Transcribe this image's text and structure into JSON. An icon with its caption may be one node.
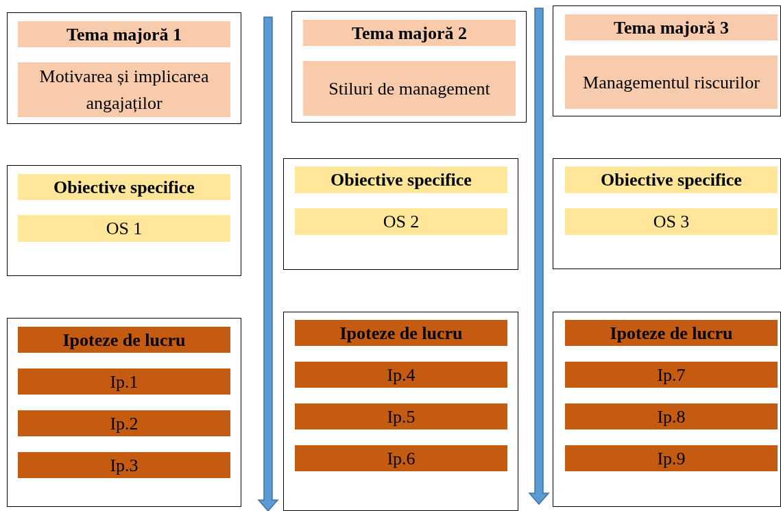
{
  "diagram": {
    "nodes": [
      {
        "text": [],
        "shape": "box"
      },
      {
        "text": [
          "Tema majoră 1"
        ],
        "in": 0
      },
      {
        "text": [
          "Motivarea și implicarea angajaților"
        ],
        "in": 0
      },
      {
        "text": [],
        "shape": "box"
      },
      {
        "text": [
          "Tema majoră 2"
        ],
        "in": 3
      },
      {
        "text": [
          "Stiluri de management"
        ],
        "in": 3
      },
      {
        "text": [],
        "shape": "box"
      },
      {
        "text": [
          "Tema majoră 3"
        ],
        "in": 6
      },
      {
        "text": [
          "Managementul riscurilor"
        ],
        "in": 6
      },
      {
        "text": [],
        "shape": "box"
      },
      {
        "text": [
          "Obiective specifice"
        ],
        "in": 9
      },
      {
        "text": [
          "OS 1"
        ],
        "in": 9
      },
      {
        "text": [],
        "shape": "box"
      },
      {
        "text": [
          "Obiective specifice"
        ],
        "in": 12
      },
      {
        "text": [
          "OS 2"
        ],
        "in": 12
      },
      {
        "text": [],
        "shape": "box"
      },
      {
        "text": [
          "Obiective specifice"
        ],
        "in": 15
      },
      {
        "text": [
          "OS 3"
        ],
        "in": 15
      },
      {
        "text": [],
        "shape": "box"
      },
      {
        "text": [
          "Ipoteze de lucru"
        ],
        "in": 18
      },
      {
        "text": [
          "Ip.1"
        ],
        "in": 18
      },
      {
        "text": [
          "Ip.2"
        ],
        "in": 18
      },
      {
        "text": [
          "Ip.3"
        ],
        "in": 18
      },
      {
        "text": [],
        "shape": "box"
      },
      {
        "text": [
          "Ipoteze de lucru"
        ],
        "in": 23
      },
      {
        "text": [
          "Ip.4"
        ],
        "in": 23
      },
      {
        "text": [
          "Ip.5"
        ],
        "in": 23
      },
      {
        "text": [
          "Ip.6"
        ],
        "in": 23
      },
      {
        "text": [],
        "shape": "box"
      },
      {
        "text": [
          "Ipoteze de lucru"
        ],
        "in": 28
      },
      {
        "text": [
          "Ip.7"
        ],
        "in": 28
      },
      {
        "text": [
          "Ip.8"
        ],
        "in": 28
      },
      {
        "text": [
          "Ip.9"
        ],
        "in": 28
      }
    ]
  }
}
